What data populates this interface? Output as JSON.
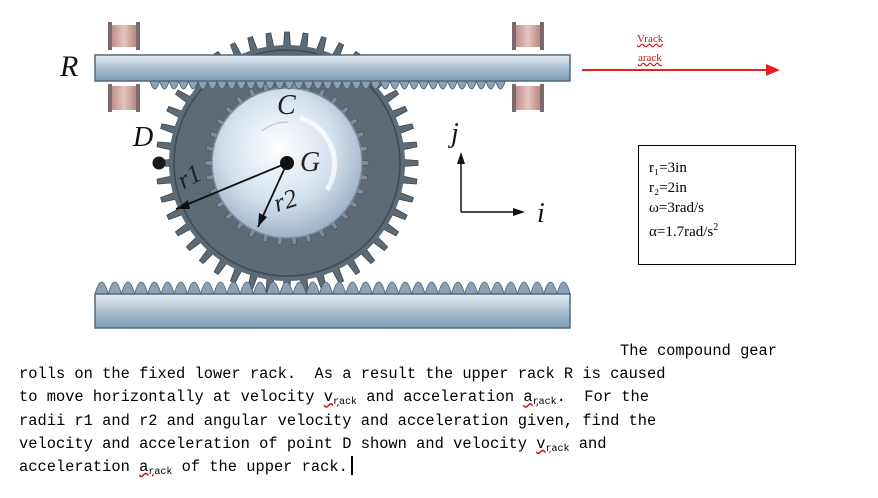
{
  "figure": {
    "labels": {
      "rack": "R",
      "gear": "C",
      "point_d": "D",
      "center": "G",
      "radius1": "r1",
      "radius2": "r2",
      "axis_j": "j",
      "axis_i": "i"
    },
    "velocity_label": "Vrack",
    "accel_label": "arack",
    "arrow_color": "#e8211e"
  },
  "given": {
    "r1": "r₁=3in",
    "r2": "r₂=2in",
    "omega": "ω=3rad/s",
    "alpha_base": "α=1.7rad/s",
    "alpha_exp": "2"
  },
  "problem": {
    "l1": "The compound gear",
    "l2a": "rolls on the fixed lower rack.  As a result the upper rack R is caused",
    "l3a": "to move horizontally at velocity ",
    "l3_v": "v",
    "l3_vsub": "rack",
    "l3b": " and acceleration ",
    "l3_a": "a",
    "l3_asub": "rack",
    "l3c": ".  For the",
    "l4": "radii r1 and r2 and angular velocity and acceleration given, find the",
    "l5a": "velocity and acceleration of point D shown and velocity ",
    "l5_v": "v",
    "l5_vsub": "rack",
    "l5b": " and",
    "l6a": "acceleration ",
    "l6_a": "a",
    "l6_asub": "rack",
    "l6b": " of the upper rack."
  }
}
